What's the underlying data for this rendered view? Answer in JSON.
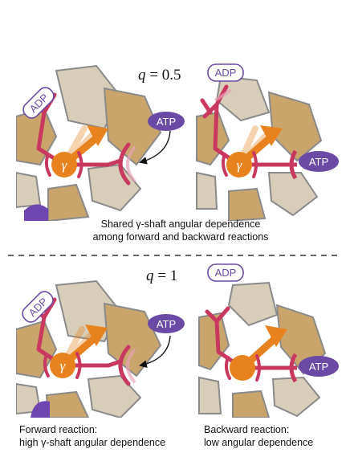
{
  "top_panel": {
    "q_var": "q",
    "q_rest": " = 0.5",
    "adp_right": "ADP",
    "adp_left": "ADP",
    "atp_free": "ATP",
    "atp_bound": "ATP",
    "gamma_left": "γ",
    "gamma_right": "γ",
    "caption_line1": "Shared γ-shaft angular dependence",
    "caption_line2": "among forward and backward reactions"
  },
  "bottom_panel": {
    "q_var": "q",
    "q_rest": " = 1",
    "adp_right": "ADP",
    "adp_left": "ADP",
    "atp_free": "ATP",
    "atp_bound": "ATP",
    "gamma_left": "γ",
    "caption_left_line1": "Forward reaction:",
    "caption_left_line2": "high γ-shaft angular dependence",
    "caption_right_line1": "Backward reaction:",
    "caption_right_line2": "low angular dependence"
  },
  "colors": {
    "subunit_light": "#d8cdb8",
    "subunit_dark": "#c9a56c",
    "stroke": "#888888",
    "catalytic": "#c9385e",
    "gamma": "#e8821e",
    "atp": "#6a4aa5",
    "purple_subunit": "#6f46b0"
  }
}
